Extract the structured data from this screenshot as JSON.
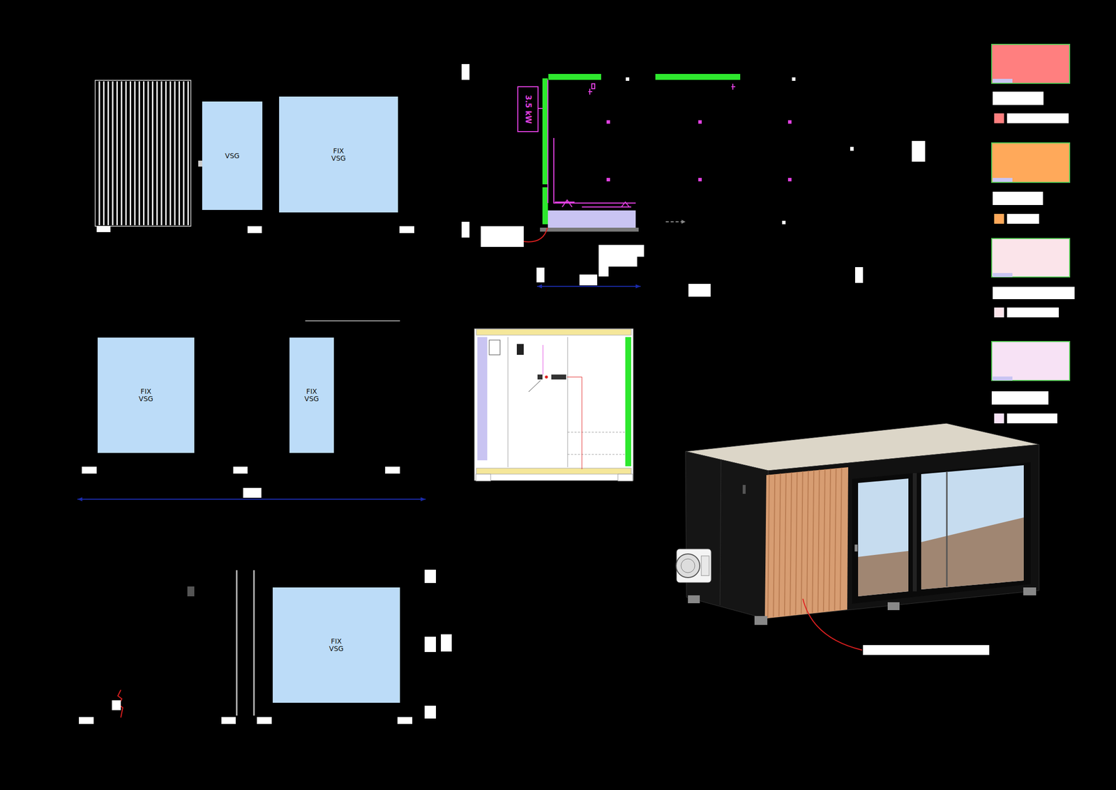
{
  "diagram": {
    "nodes": [
      {
        "text": [
          "VSG"
        ]
      },
      {
        "text": [
          "FIX VSG"
        ]
      },
      {
        "text": [
          "3.5 kW"
        ]
      },
      {
        "text": [
          "FIX VSG"
        ]
      },
      {
        "text": [
          "FIX VSG"
        ]
      },
      {
        "text": [
          "FIX VSG"
        ]
      }
    ]
  }
}
